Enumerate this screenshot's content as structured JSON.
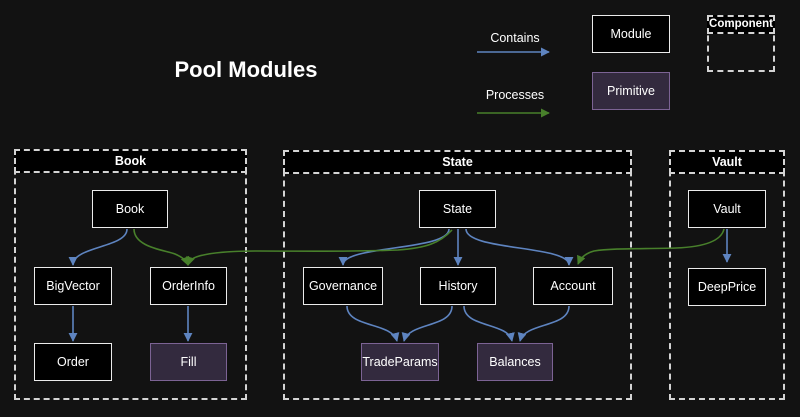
{
  "title": "Pool Modules",
  "colors": {
    "background": "#121212",
    "node_fill": "#000000",
    "node_border": "#ebebeb",
    "primitive_fill": "#332a3e",
    "primitive_border": "#7c6394",
    "contains_arrow": "#5e84c0",
    "processes_arrow": "#48802b",
    "container_border": "#d4d4d4",
    "header_fill": "#000000",
    "text": "#ffffff"
  },
  "legend": {
    "contains_label": "Contains",
    "processes_label": "Processes",
    "module_label": "Module",
    "primitive_label": "Primitive",
    "component_label": "Component"
  },
  "containers": {
    "book": {
      "label": "Book",
      "nodes": {
        "book": "Book",
        "bigvector": "BigVector",
        "orderinfo": "OrderInfo",
        "order": "Order",
        "fill": "Fill"
      }
    },
    "state": {
      "label": "State",
      "nodes": {
        "state": "State",
        "governance": "Governance",
        "history": "History",
        "account": "Account",
        "tradeparams": "TradeParams",
        "balances": "Balances"
      }
    },
    "vault": {
      "label": "Vault",
      "nodes": {
        "vault": "Vault",
        "deepprice": "DeepPrice"
      }
    }
  },
  "edges": [
    {
      "from": "Book",
      "to": "BigVector",
      "type": "contains"
    },
    {
      "from": "BigVector",
      "to": "Order",
      "type": "contains"
    },
    {
      "from": "OrderInfo",
      "to": "Fill",
      "type": "contains"
    },
    {
      "from": "Book",
      "to": "OrderInfo",
      "type": "processes"
    },
    {
      "from": "State",
      "to": "OrderInfo",
      "type": "processes"
    },
    {
      "from": "State",
      "to": "Governance",
      "type": "contains"
    },
    {
      "from": "State",
      "to": "History",
      "type": "contains"
    },
    {
      "from": "State",
      "to": "Account",
      "type": "contains"
    },
    {
      "from": "Governance",
      "to": "TradeParams",
      "type": "contains"
    },
    {
      "from": "History",
      "to": "TradeParams",
      "type": "contains"
    },
    {
      "from": "History",
      "to": "Balances",
      "type": "contains"
    },
    {
      "from": "Account",
      "to": "Balances",
      "type": "contains"
    },
    {
      "from": "Vault",
      "to": "Account",
      "type": "processes"
    },
    {
      "from": "Vault",
      "to": "DeepPrice",
      "type": "contains"
    }
  ]
}
